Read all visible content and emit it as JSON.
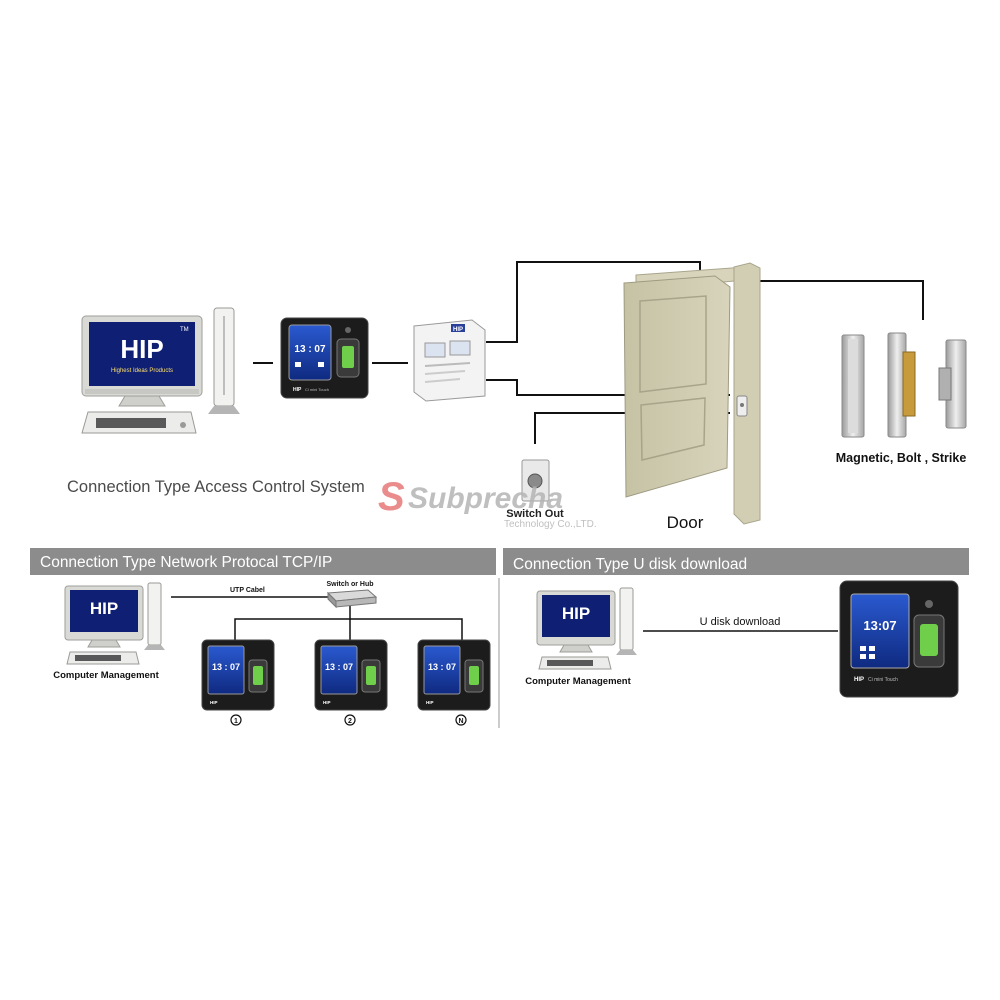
{
  "top": {
    "section_label": "Connection Type Access Control System",
    "monitor_logo": "HIP",
    "monitor_tm": "TM",
    "monitor_tagline": "Highest Ideas Products",
    "device_time": "13 : 07",
    "device_brand": "HIP",
    "device_model": "Ci mini Touch",
    "controller_brand": "HIP",
    "switch_label": "Switch Out",
    "door_label": "Door",
    "locks_label": "Magnetic, Bolt , Strike"
  },
  "watermark": {
    "line1": "Subprecha",
    "line2": "Technology Co.,LTD."
  },
  "network": {
    "header": "Connection Type Network Protocal TCP/IP",
    "monitor_logo": "HIP",
    "cable_label": "UTP Cabel",
    "switch_label": "Switch or Hub",
    "computer_label": "Computer Management",
    "device_time": "13 : 07",
    "device_brand": "HIP",
    "devices": [
      {
        "marker": "1"
      },
      {
        "marker": "2"
      },
      {
        "marker": "N"
      }
    ]
  },
  "udisk": {
    "header": "Connection Type  U disk download",
    "monitor_logo": "HIP",
    "link_label": "U disk download",
    "computer_label": "Computer Management",
    "device_time": "13:07",
    "device_brand": "HIP",
    "device_model": "Ci mini Touch"
  },
  "colors": {
    "header_bar": "#8c8c8c",
    "door": "#cfcbb0",
    "device_body": "#1c1c1c",
    "screen_blue": "#1a3fa8",
    "watermark_red": "#e87878",
    "watermark_grey": "#b5b5b5"
  }
}
